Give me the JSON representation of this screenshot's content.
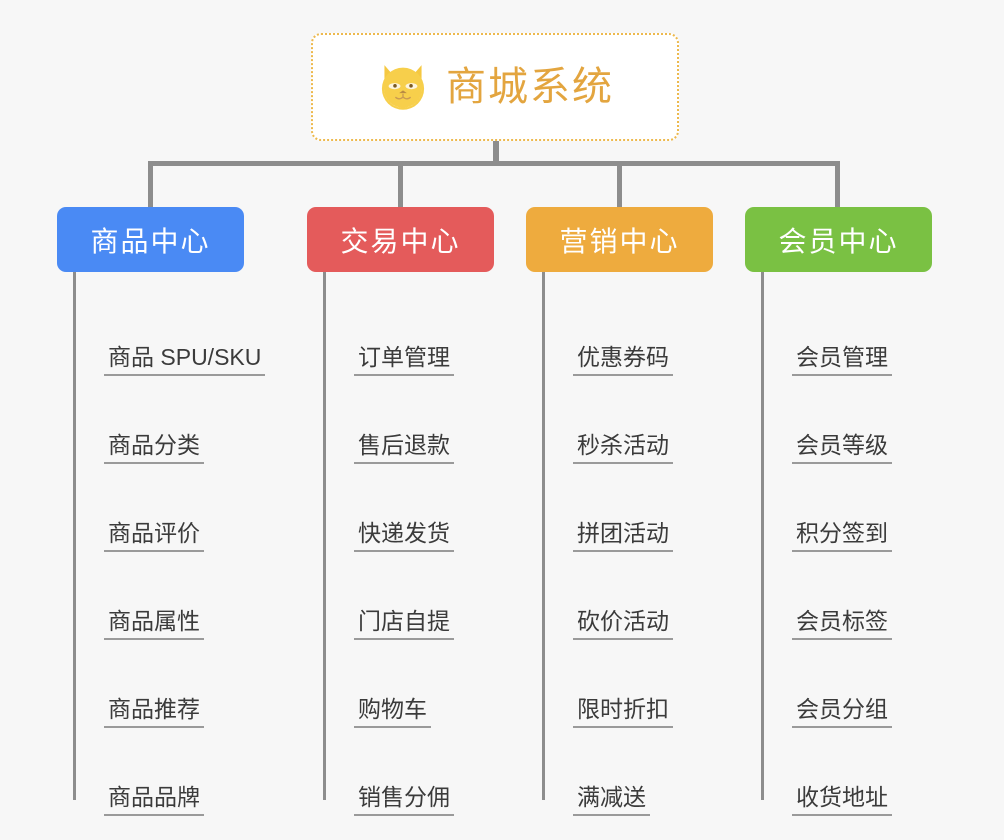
{
  "page": {
    "background_color": "#f7f7f7",
    "line_color": "#8d8d8d",
    "underline_color": "#9a9a9a"
  },
  "root": {
    "title": "商城系统",
    "emoji_name": "dog-face-emoji",
    "text_color": "#e3a53f",
    "border_color": "#edb94e",
    "background_color": "#ffffff"
  },
  "branches": [
    {
      "label": "商品中心",
      "color": "#4a8af4",
      "items": [
        "商品 SPU/SKU",
        "商品分类",
        "商品评价",
        "商品属性",
        "商品推荐",
        "商品品牌"
      ]
    },
    {
      "label": "交易中心",
      "color": "#e45b5b",
      "items": [
        "订单管理",
        "售后退款",
        "快递发货",
        "门店自提",
        "购物车",
        "销售分佣"
      ]
    },
    {
      "label": "营销中心",
      "color": "#eeab3e",
      "items": [
        "优惠券码",
        "秒杀活动",
        "拼团活动",
        "砍价活动",
        "限时折扣",
        "满减送"
      ]
    },
    {
      "label": "会员中心",
      "color": "#7ac143",
      "items": [
        "会员管理",
        "会员等级",
        "积分签到",
        "会员标签",
        "会员分组",
        "收货地址"
      ]
    }
  ]
}
